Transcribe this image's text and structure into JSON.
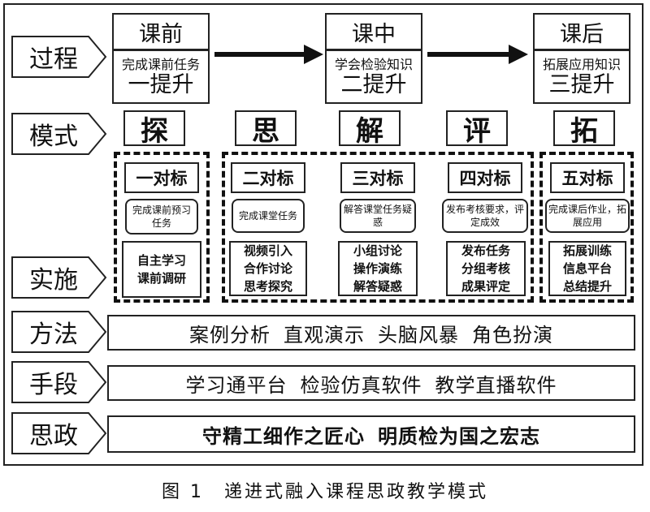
{
  "rows": {
    "process": "过程",
    "mode": "模式",
    "implement": "实施",
    "method": "方法",
    "means": "手段",
    "ideology": "思政"
  },
  "stages": [
    {
      "head": "课前",
      "task": "完成课前任务",
      "level": "一提升"
    },
    {
      "head": "课中",
      "task": "学会检验知识",
      "level": "二提升"
    },
    {
      "head": "课后",
      "task": "拓展应用知识",
      "level": "三提升"
    }
  ],
  "modes": [
    "探",
    "思",
    "解",
    "评",
    "拓"
  ],
  "benchmarks": [
    {
      "title": "一对标",
      "task": "完成课前预习任务",
      "acts": [
        "自主学习",
        "课前调研"
      ]
    },
    {
      "title": "二对标",
      "task": "完成课堂任务",
      "acts": [
        "视频引入",
        "合作讨论",
        "思考探究"
      ]
    },
    {
      "title": "三对标",
      "task": "解答课堂任务疑惑",
      "acts": [
        "小组讨论",
        "操作演练",
        "解答疑惑"
      ]
    },
    {
      "title": "四对标",
      "task": "发布考核要求，评定成效",
      "acts": [
        "发布任务",
        "分组考核",
        "成果评定"
      ]
    },
    {
      "title": "五对标",
      "task": "完成课后作业，拓展应用",
      "acts": [
        "拓展训练",
        "信息平台",
        "总结提升"
      ]
    }
  ],
  "methods": [
    "案例分析",
    "直观演示",
    "头脑风暴",
    "角色扮演"
  ],
  "means": [
    "学习通平台",
    "检验仿真软件",
    "教学直播软件"
  ],
  "ideology_items": [
    "守精工细作之匠心",
    "明质检为国之宏志"
  ],
  "caption": "图 1　递进式融入课程思政教学模式"
}
